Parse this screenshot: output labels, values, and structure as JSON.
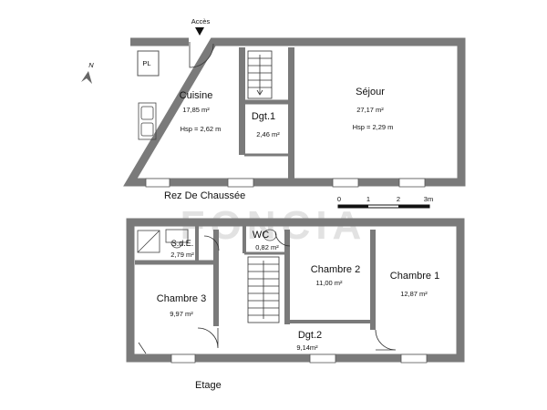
{
  "access_label": "Accès",
  "north_label": "N",
  "scale": {
    "ticks": [
      "0",
      "1",
      "2",
      "3m"
    ]
  },
  "watermark": "FONCIA",
  "ground_floor": {
    "title": "Rez De Chaussée",
    "pl_label": "PL",
    "kitchen": {
      "name": "Cuisine",
      "area": "17,85 m²",
      "height": "Hsp = 2,62 m"
    },
    "hall1": {
      "name": "Dgt.1",
      "area": "2,46 m²"
    },
    "living": {
      "name": "Séjour",
      "area": "27,17 m²",
      "height": "Hsp = 2,29 m"
    }
  },
  "upper_floor": {
    "title": "Etage",
    "bath": {
      "name": "S.d.E.",
      "area": "2,79 m²"
    },
    "wc": {
      "name": "WC",
      "area": "0,82 m²"
    },
    "bedroom2": {
      "name": "Chambre 2",
      "area": "11,00 m²"
    },
    "bedroom1": {
      "name": "Chambre 1",
      "area": "12,87 m²"
    },
    "bedroom3": {
      "name": "Chambre 3",
      "area": "9,97 m²"
    },
    "hall2": {
      "name": "Dgt.2",
      "area": "9,14m²"
    }
  }
}
